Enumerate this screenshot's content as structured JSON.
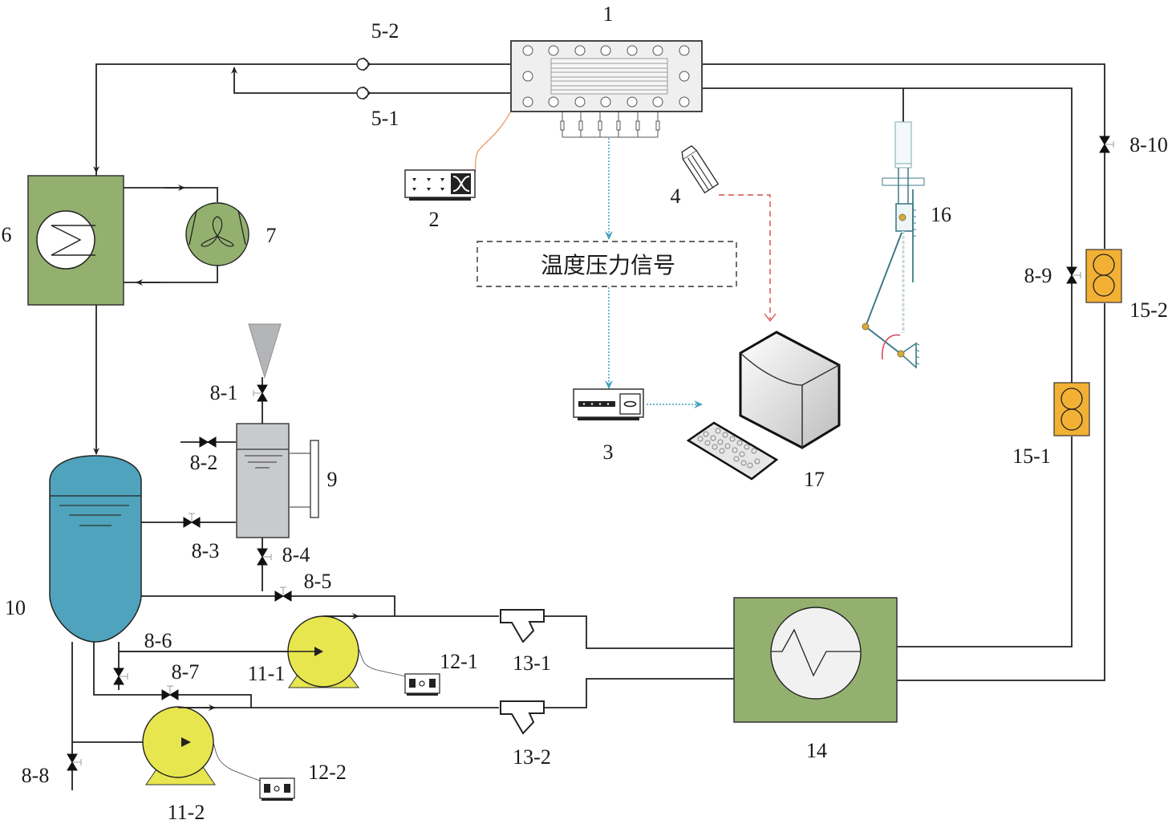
{
  "diagram": {
    "type": "process-flow",
    "signal_box": {
      "label": "温度压力信号"
    },
    "components": [
      {
        "id": "1",
        "name": "test-section",
        "label": "1"
      },
      {
        "id": "2",
        "name": "power-supply",
        "label": "2"
      },
      {
        "id": "3",
        "name": "data-acquisition",
        "label": "3"
      },
      {
        "id": "4",
        "name": "camera",
        "label": "4"
      },
      {
        "id": "5-1",
        "name": "check-valve-1",
        "label": "5-1"
      },
      {
        "id": "5-2",
        "name": "check-valve-2",
        "label": "5-2"
      },
      {
        "id": "6",
        "name": "condenser",
        "label": "6"
      },
      {
        "id": "7",
        "name": "fan",
        "label": "7"
      },
      {
        "id": "8-1",
        "name": "valve-8-1",
        "label": "8-1"
      },
      {
        "id": "8-2",
        "name": "valve-8-2",
        "label": "8-2"
      },
      {
        "id": "8-3",
        "name": "valve-8-3",
        "label": "8-3"
      },
      {
        "id": "8-4",
        "name": "valve-8-4",
        "label": "8-4"
      },
      {
        "id": "8-5",
        "name": "valve-8-5",
        "label": "8-5"
      },
      {
        "id": "8-6",
        "name": "valve-8-6",
        "label": "8-6"
      },
      {
        "id": "8-7",
        "name": "valve-8-7",
        "label": "8-7"
      },
      {
        "id": "8-8",
        "name": "valve-8-8",
        "label": "8-8"
      },
      {
        "id": "8-9",
        "name": "valve-8-9",
        "label": "8-9"
      },
      {
        "id": "8-10",
        "name": "valve-8-10",
        "label": "8-10"
      },
      {
        "id": "9",
        "name": "degassing-tank",
        "label": "9"
      },
      {
        "id": "10",
        "name": "storage-tank",
        "label": "10"
      },
      {
        "id": "11-1",
        "name": "pump-1",
        "label": "11-1"
      },
      {
        "id": "11-2",
        "name": "pump-2",
        "label": "11-2"
      },
      {
        "id": "12-1",
        "name": "pump-controller-1",
        "label": "12-1"
      },
      {
        "id": "12-2",
        "name": "pump-controller-2",
        "label": "12-2"
      },
      {
        "id": "13-1",
        "name": "filter-1",
        "label": "13-1"
      },
      {
        "id": "13-2",
        "name": "filter-2",
        "label": "13-2"
      },
      {
        "id": "14",
        "name": "preheater",
        "label": "14"
      },
      {
        "id": "15-1",
        "name": "flowmeter-1",
        "label": "15-1"
      },
      {
        "id": "15-2",
        "name": "flowmeter-2",
        "label": "15-2"
      },
      {
        "id": "16",
        "name": "tilt-mechanism",
        "label": "16"
      },
      {
        "id": "17",
        "name": "computer",
        "label": "17"
      }
    ],
    "colors": {
      "green": "#93b06f",
      "blue_tank": "#4fa3bc",
      "yellow_pump": "#e8e64e",
      "orange_flow": "#f2b134",
      "gray_tank": "#c9cacc",
      "signal_blue": "#3fa2bf",
      "signal_red": "#d94a4a",
      "wire_orange": "#e8925a",
      "mechanism": "#3f7b8a"
    }
  }
}
